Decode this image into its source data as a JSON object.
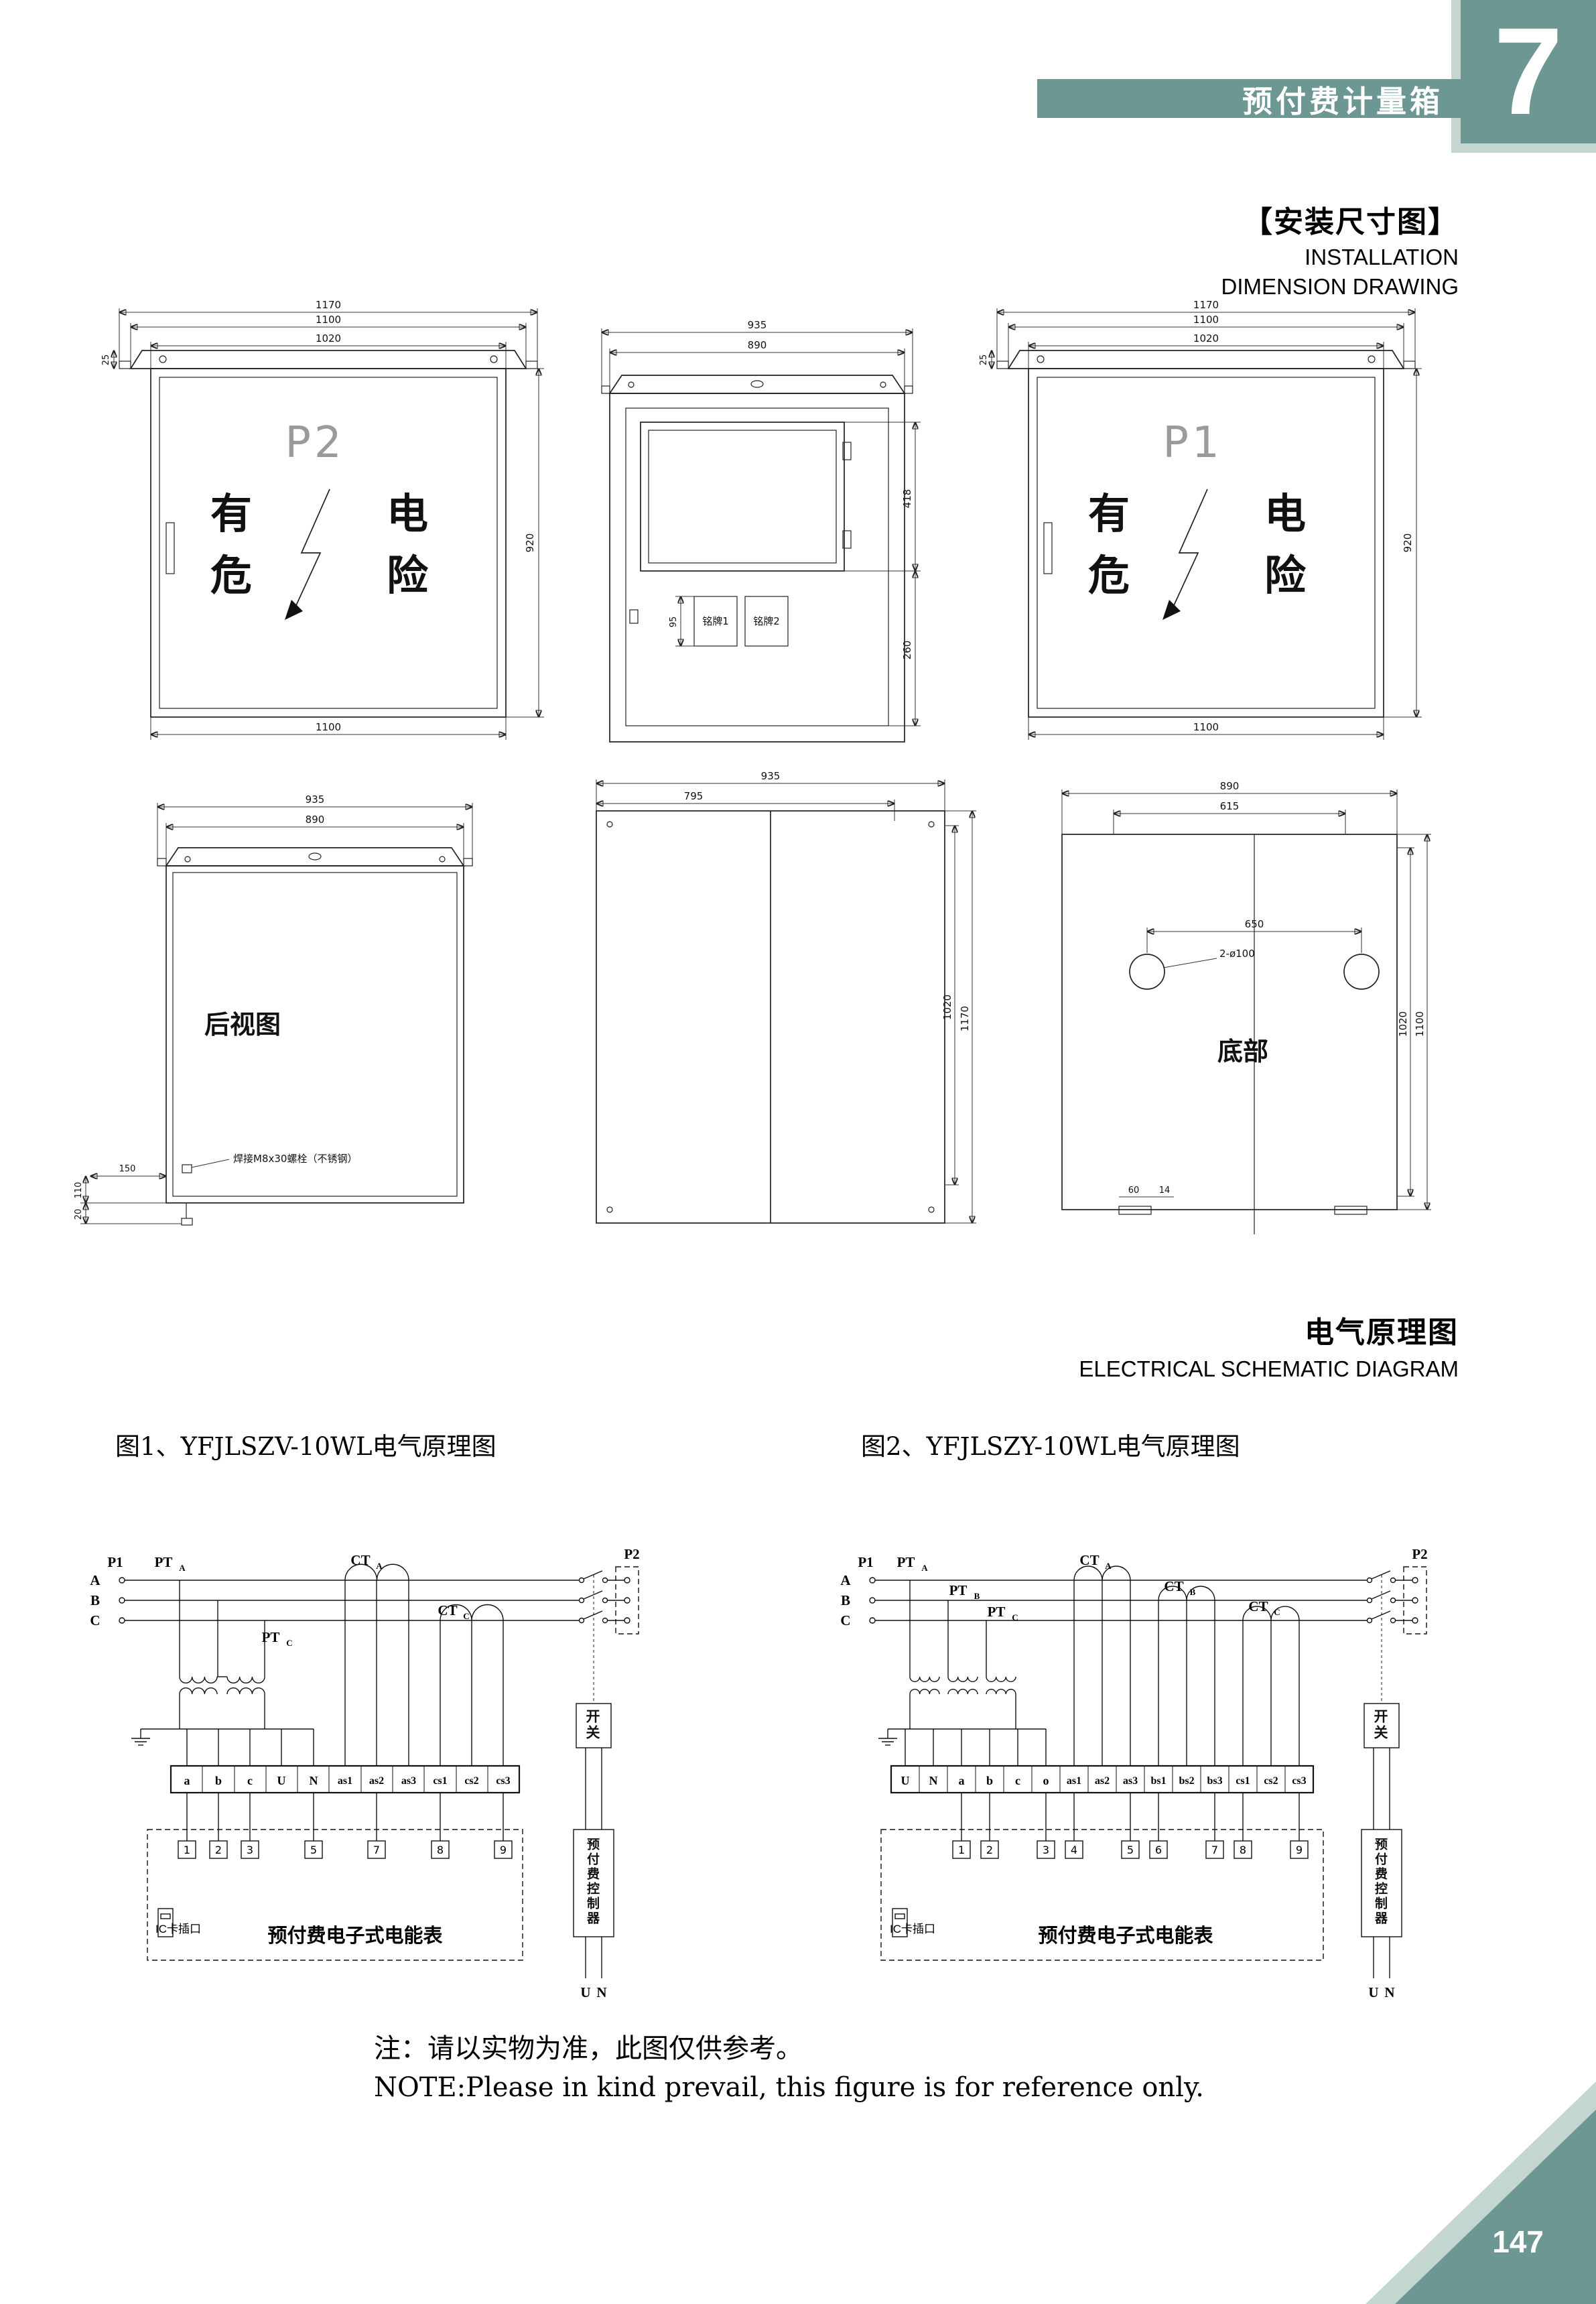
{
  "page": {
    "header_title": "预付费计量箱",
    "chapter_number": "7",
    "page_number": "147"
  },
  "installation_heading": {
    "zh": "【安装尺寸图】",
    "en_line1": "INSTALLATION",
    "en_line2": "DIMENSION DRAWING"
  },
  "schematic_heading": {
    "zh": "电气原理图",
    "en": "ELECTRICAL SCHEMATIC DIAGRAM"
  },
  "warning": {
    "c1": "有",
    "c2": "危",
    "c3": "电",
    "c4": "险"
  },
  "front_p2": {
    "label": "P2",
    "dim_width_outer": "1170",
    "dim_width_mid": "1100",
    "dim_width_inner": "1020",
    "dim_bracket": "25",
    "dim_height": "920",
    "dim_bottom": "1100"
  },
  "front_p1": {
    "label": "P1",
    "dim_width_outer": "1170",
    "dim_width_mid": "1100",
    "dim_width_inner": "1020",
    "dim_bracket": "25",
    "dim_height": "920",
    "dim_bottom": "1100"
  },
  "door_view": {
    "dim_top_outer": "935",
    "dim_top_inner": "890",
    "dim_window": "418",
    "dim_plate_section": "260",
    "dim_plate": "95",
    "plate1": "铭牌1",
    "plate2": "铭牌2"
  },
  "rear_view": {
    "title": "后视图",
    "dim_top_outer": "935",
    "dim_top_inner": "890",
    "weld_note": "焊接M8x30螺栓（不锈钢）",
    "dim_a": "150",
    "dim_b": "110",
    "dim_c": "20"
  },
  "panel_view": {
    "dim_top_outer": "935",
    "dim_top_inner": "795",
    "dim_right_inner": "1020",
    "dim_right_outer": "1170"
  },
  "bottom_view": {
    "title": "底部",
    "dim_top_outer": "890",
    "dim_top_inner": "615",
    "dim_holes": "650",
    "holes_label": "2-ø100",
    "dim_right_inner": "1020",
    "dim_right_outer": "1100",
    "dim_foot_a": "60",
    "dim_foot_b": "14"
  },
  "fig1": {
    "title": "图1、YFJLSZV-10WL电气原理图",
    "p_in": "P1",
    "p_out": "P2",
    "phase_a": "A",
    "phase_b": "B",
    "phase_c": "C",
    "pt_a": {
      "base": "PT",
      "sub": "A"
    },
    "pt_c": {
      "base": "PT",
      "sub": "C"
    },
    "ct_a": {
      "base": "CT",
      "sub": "A"
    },
    "ct_c": {
      "base": "CT",
      "sub": "C"
    },
    "switch_label": "开关",
    "terminals": [
      "a",
      "b",
      "c",
      "U",
      "N",
      "as1",
      "as2",
      "as3",
      "cs1",
      "cs2",
      "cs3"
    ],
    "numbers": [
      "1",
      "2",
      "3",
      "5",
      "7",
      "8",
      "9"
    ],
    "meter_label": "预付费电子式电能表",
    "ic_label": "IC卡插口",
    "controller_label": "预付费控制器",
    "out_u": "U",
    "out_n": "N"
  },
  "fig2": {
    "title": "图2、YFJLSZY-10WL电气原理图",
    "p_in": "P1",
    "p_out": "P2",
    "phase_a": "A",
    "phase_b": "B",
    "phase_c": "C",
    "pt_a": {
      "base": "PT",
      "sub": "A"
    },
    "pt_b": {
      "base": "PT",
      "sub": "B"
    },
    "pt_c": {
      "base": "PT",
      "sub": "C"
    },
    "ct_a": {
      "base": "CT",
      "sub": "A"
    },
    "ct_b": {
      "base": "CT",
      "sub": "B"
    },
    "ct_c": {
      "base": "CT",
      "sub": "C"
    },
    "switch_label": "开关",
    "terminals": [
      "U",
      "N",
      "a",
      "b",
      "c",
      "o",
      "as1",
      "as2",
      "as3",
      "bs1",
      "bs2",
      "bs3",
      "cs1",
      "cs2",
      "cs3"
    ],
    "numbers": [
      "1",
      "2",
      "3",
      "4",
      "5",
      "6",
      "7",
      "8",
      "9"
    ],
    "meter_label": "预付费电子式电能表",
    "ic_label": "IC卡插口",
    "controller_label": "预付费控制器",
    "out_u": "U",
    "out_n": "N"
  },
  "note": {
    "line1": "注：请以实物为准，此图仅供参考。",
    "line2": "NOTE:Please in kind prevail, this figure is for reference only."
  }
}
